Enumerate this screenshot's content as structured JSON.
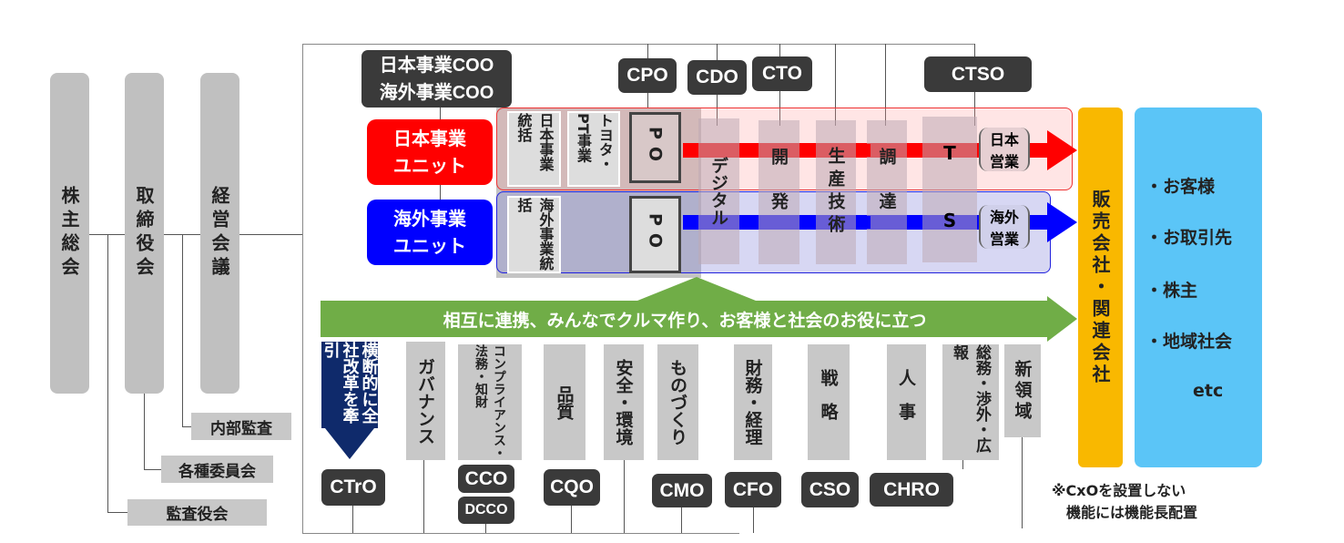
{
  "governance": {
    "shareholders": "株主総会",
    "board": "取締役会",
    "exec_committee": "経営会議",
    "internal_audit": "内部監査",
    "committees": "各種委員会",
    "auditors": "監査役会"
  },
  "top_tags": {
    "coo": "日本事業COO\n海外事業COO",
    "cpo": "CPO",
    "cdo": "CDO",
    "cto": "CTO",
    "ctso": "CTSO"
  },
  "units": {
    "japan": "日本事業\nユニット",
    "overseas": "海外事業\nユニット"
  },
  "unit_columns": {
    "japan_hq": "日本事業統括",
    "toyota_pt": "トヨタ・PT事業",
    "po": "PO",
    "overseas_hq": "海外事業統括",
    "digital": "デジタル",
    "dev": "開発",
    "prod_tech": "生産技術",
    "procure": "調達",
    "ts_top": "T",
    "ts_bottom": "S",
    "japan_sales": "日本営業",
    "overseas_sales": "海外営業"
  },
  "sales_companies": "販売会社・関連会社",
  "stakeholders": [
    "・お客様",
    "・お取引先",
    "・株主",
    "・地域社会",
    "etc"
  ],
  "mission": "相互に連携、みんなでクルマ作り、お客様と社会のお役に立つ",
  "functions": {
    "transform": "横断的に全社改革を牽引",
    "governance": "ガバナンス",
    "compliance": "コンプライアンス・法務・知財",
    "quality": "品質",
    "safety": "安全・環境",
    "monozukuri": "ものづくり",
    "finance": "財務・経理",
    "strategy": "戦略",
    "hr": "人事",
    "general": "総務・渉外・広報",
    "new": "新領域"
  },
  "bottom_tags": {
    "ctro": "CTrO",
    "cco": "CCO",
    "dcco": "DCCO",
    "cqo": "CQO",
    "cmo": "CMO",
    "cfo": "CFO",
    "cso": "CSO",
    "chro": "CHRO"
  },
  "note": "※CxOを設置しない\n　機能には機能長配置",
  "colors": {
    "red": "#ff0000",
    "blue": "#0000ff",
    "green": "#70ad47",
    "orange": "#f9b800",
    "sky": "#5bc5f7",
    "navy": "#0f2a6b"
  }
}
